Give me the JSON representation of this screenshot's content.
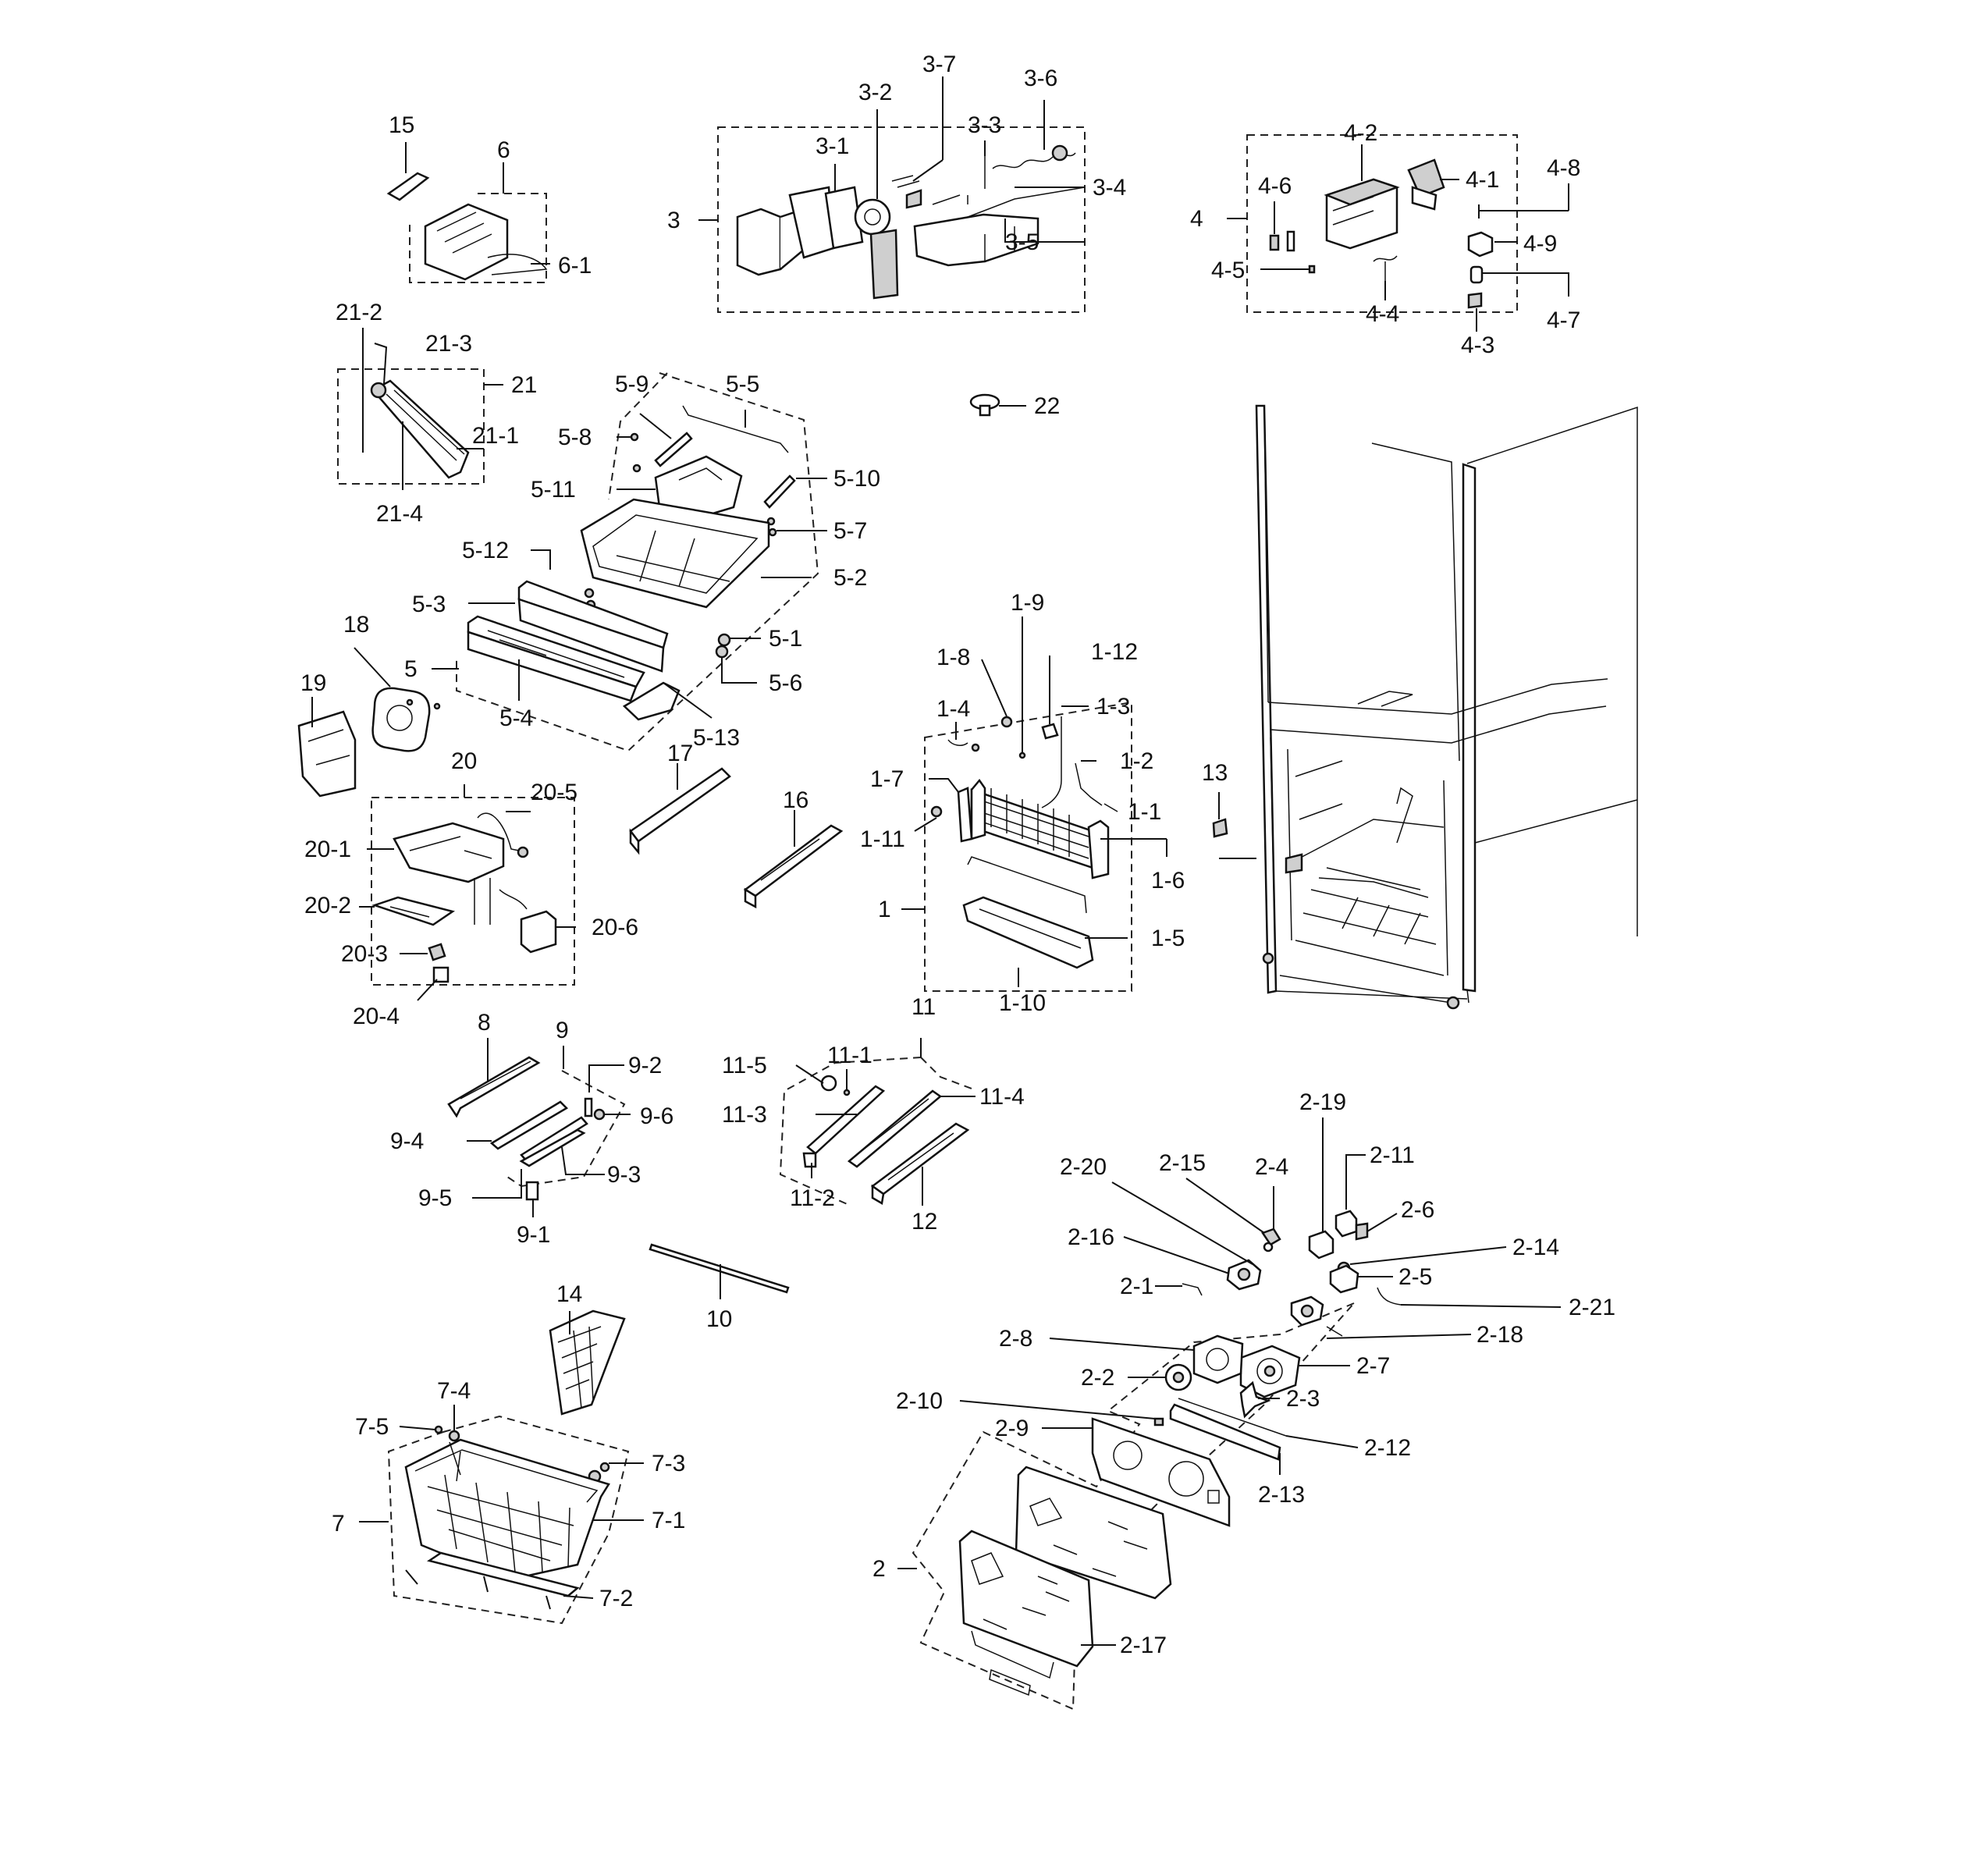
{
  "labels": {
    "l15": "15",
    "l6": "6",
    "l6_1": "6-1",
    "l3": "3",
    "l3_1": "3-1",
    "l3_2": "3-2",
    "l3_3": "3-3",
    "l3_4": "3-4",
    "l3_5": "3-5",
    "l3_6": "3-6",
    "l3_7": "3-7",
    "l4": "4",
    "l4_1": "4-1",
    "l4_2": "4-2",
    "l4_3": "4-3",
    "l4_4": "4-4",
    "l4_5": "4-5",
    "l4_6": "4-6",
    "l4_7": "4-7",
    "l4_8": "4-8",
    "l4_9": "4-9",
    "l21": "21",
    "l21_1": "21-1",
    "l21_2": "21-2",
    "l21_3": "21-3",
    "l21_4": "21-4",
    "l22": "22",
    "l5": "5",
    "l5_1": "5-1",
    "l5_2": "5-2",
    "l5_3": "5-3",
    "l5_4": "5-4",
    "l5_5": "5-5",
    "l5_6": "5-6",
    "l5_7": "5-7",
    "l5_8": "5-8",
    "l5_9": "5-9",
    "l5_10": "5-10",
    "l5_11": "5-11",
    "l5_12": "5-12",
    "l5_13": "5-13",
    "l18": "18",
    "l19": "19",
    "l20": "20",
    "l20_1": "20-1",
    "l20_2": "20-2",
    "l20_3": "20-3",
    "l20_4": "20-4",
    "l20_5": "20-5",
    "l20_6": "20-6",
    "l17": "17",
    "l16": "16",
    "l1": "1",
    "l1_1": "1-1",
    "l1_2": "1-2",
    "l1_3": "1-3",
    "l1_4": "1-4",
    "l1_5": "1-5",
    "l1_6": "1-6",
    "l1_7": "1-7",
    "l1_8": "1-8",
    "l1_9": "1-9",
    "l1_10": "1-10",
    "l1_11": "1-11",
    "l1_12": "1-12",
    "l13": "13",
    "l8": "8",
    "l9": "9",
    "l9_1": "9-1",
    "l9_2": "9-2",
    "l9_3": "9-3",
    "l9_4": "9-4",
    "l9_5": "9-5",
    "l9_6": "9-6",
    "l10": "10",
    "l11": "11",
    "l11_1": "11-1",
    "l11_2": "11-2",
    "l11_3": "11-3",
    "l11_4": "11-4",
    "l11_5": "11-5",
    "l12": "12",
    "l14": "14",
    "l7": "7",
    "l7_1": "7-1",
    "l7_2": "7-2",
    "l7_3": "7-3",
    "l7_4": "7-4",
    "l7_5": "7-5",
    "l2": "2",
    "l2_1": "2-1",
    "l2_2": "2-2",
    "l2_3": "2-3",
    "l2_4": "2-4",
    "l2_5": "2-5",
    "l2_6": "2-6",
    "l2_7": "2-7",
    "l2_8": "2-8",
    "l2_9": "2-9",
    "l2_10": "2-10",
    "l2_11": "2-11",
    "l2_12": "2-12",
    "l2_13": "2-13",
    "l2_14": "2-14",
    "l2_15": "2-15",
    "l2_16": "2-16",
    "l2_17": "2-17",
    "l2_18": "2-18",
    "l2_19": "2-19",
    "l2_20": "2-20",
    "l2_21": "2-21"
  }
}
